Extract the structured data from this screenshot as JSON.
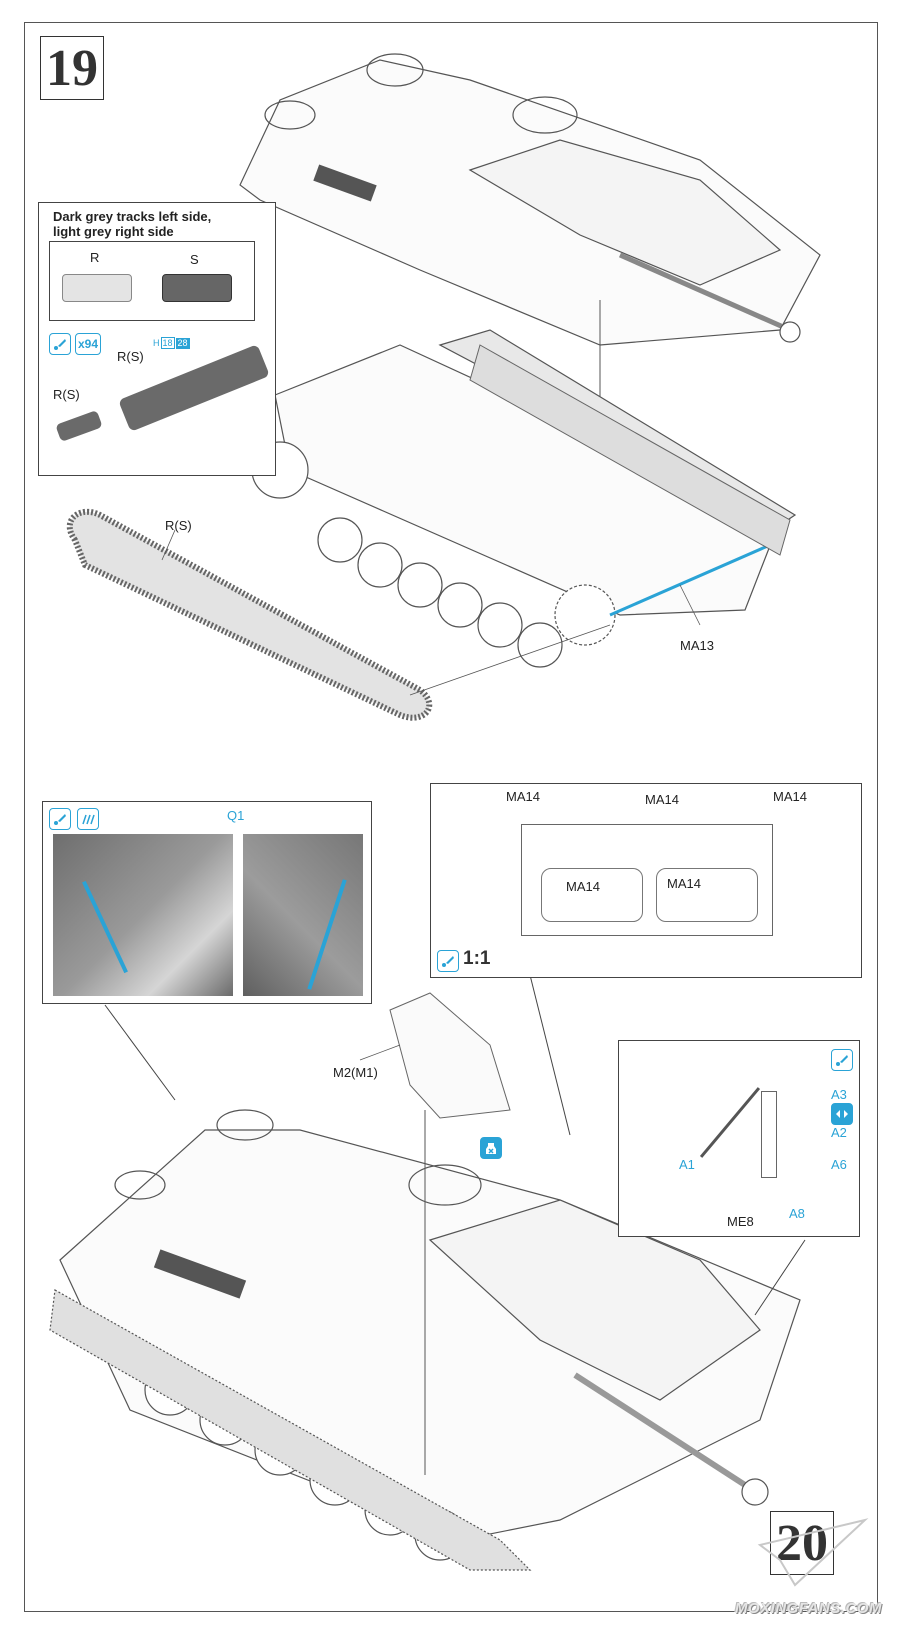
{
  "step": {
    "number": "19",
    "next_number": "20"
  },
  "track_note": {
    "title_line1": "Dark grey tracks left side,",
    "title_line2": "light grey right side",
    "variants": [
      {
        "label": "R",
        "shade": "light grey"
      },
      {
        "label": "S",
        "shade": "dark grey"
      }
    ],
    "glue_icon": "glue-icon",
    "quantity": "x94",
    "sprue_code": {
      "prefix": "H",
      "a": "18",
      "b": "28"
    },
    "part_labels": [
      "R(S)",
      "R(S)"
    ]
  },
  "main_assembly": {
    "track_label": "R(S)",
    "side_part_label": "MA13"
  },
  "photo_inset": {
    "glue_icon": "glue-icon",
    "texture_icon": "zimmerit-texture-icon",
    "part_label": "Q1"
  },
  "rear_inset": {
    "labels": [
      "MA14",
      "MA14",
      "MA14",
      "MA14",
      "MA14"
    ],
    "glue_icon": "glue-icon",
    "scale": "1:1"
  },
  "hood_part": {
    "label": "M2(M1)",
    "icon": "do-not-glue-icon"
  },
  "jack_inset": {
    "glue_icon": "glue-icon",
    "movable_icon": "movable-part-icon",
    "labels": {
      "a3": "A3",
      "a2": "A2",
      "a6": "A6",
      "a8": "A8",
      "a1": "A1",
      "me8": "ME8"
    }
  },
  "watermark": "MOXINGFANS.COM",
  "colors": {
    "accent": "#2aa3d6",
    "line": "#444444",
    "dark_track": "#555555",
    "light_track": "#bdbdbd"
  }
}
